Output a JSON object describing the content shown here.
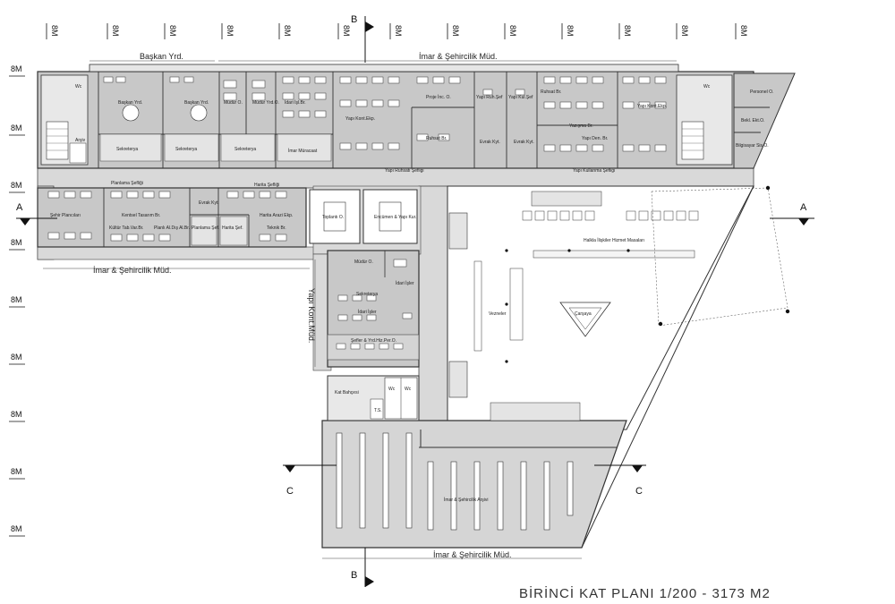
{
  "title": "BİRİNCİ KAT PLANI 1/200 - 3173 M2",
  "grid_label": "8M",
  "section_markers": {
    "a": "A",
    "b": "B",
    "c": "C"
  },
  "department_labels": {
    "baskan_yrd": "Başkan Yrd.",
    "imar_top": "İmar & Şehircilik  Müd.",
    "imar_left": "İmar & Şehircilik  Müd.",
    "imar_bottom": "İmar & Şehircilik  Müd.",
    "yapi_kont": "Yapı Kont.Müd."
  },
  "rooms": {
    "baskan_yrd_1": "Başkan Yrd.",
    "baskan_yrd_2": "Başkan Yrd.",
    "sekreterya_1": "Sekreterya",
    "sekreterya_2": "Sekreterya",
    "sekreterya_3": "Sekreterya",
    "mudur_o": "Müdür O.",
    "mudur_yrd": "Müdür Yrd.O.",
    "idari_isler": "İdari İşl.Br.",
    "imar_muracaat": "İmar Müracaat",
    "yapi_kont_ekp_1": "Yapı Kont.Ekp.",
    "proje_inc": "Proje İnc. O.",
    "yapi_ruh_sef": "Yapı Ruh.Şef",
    "yapi_kul_sef": "Yapı Kul.Şef",
    "ruhsat_br_1": "Ruhsat Br.",
    "ruhsat_br_2": "Ruhsat Br.",
    "yapi_kont_ekp_2": "Yapı Kont.Ekp.",
    "evrak_kyt_1": "Evrak Kyt.",
    "evrak_kyt_2": "Evrak Kyt.",
    "yazisma_br": "Yazışma Br.",
    "yapi_den_br": "Yapı Den. Br.",
    "personel_o": "Personel O.",
    "bekl_ekt_o": "Bekl. Ekt.O.",
    "bilgisayar": "Bilgisayar Sis.O.",
    "arsiv_small": "Arşiv",
    "wc": "Wc",
    "yapi_ruhsati_sefligi": "Yapı Ruhsatı Şefliği",
    "yapi_kullanma_sefligi": "Yapı Kullanma Şefliği",
    "planlama_sefligi": "Planlama Şefliği",
    "harita_sefligi": "Harita Şefliği",
    "sehir_plancilari": "Şehir Plancıları",
    "kentsel_tasarim": "Kentsel Tasarım Br.",
    "kultur_tabiat": "Kültür Tab.Var.Br.",
    "plan_ai": "Planlı Al.Dış Al.Br.",
    "evrak_kyt_3": "Evrak Kyt.",
    "planlama_sef": "Planlama Şef.",
    "harita_sef": "Harita Şef.",
    "harita_arazi": "Harita Arazi Ekp.",
    "teknik_br": "Teknik Br.",
    "toplanti_1": "Toplantı O.",
    "toplanti_2": "Encümen & Yapı Kur.",
    "mudur_o_2": "Müdür O.",
    "sekreterya_4": "Sekreterya",
    "idari_isler_2": "İdari İşler",
    "idari_isler_3": "İdari İşler",
    "sefler": "Şefler & Yrd.Hiz.Per.O.",
    "kat_bahcesi": "Kat Bahçesi",
    "ts": "T.S.",
    "halkla_iliskiler": "Halkla İlişkiler Hizmet Masaları",
    "veznaler": "Vezneler",
    "canopea": "Çarşaya",
    "arsiv_large": "İmar & Şehircilik Arşivi"
  }
}
